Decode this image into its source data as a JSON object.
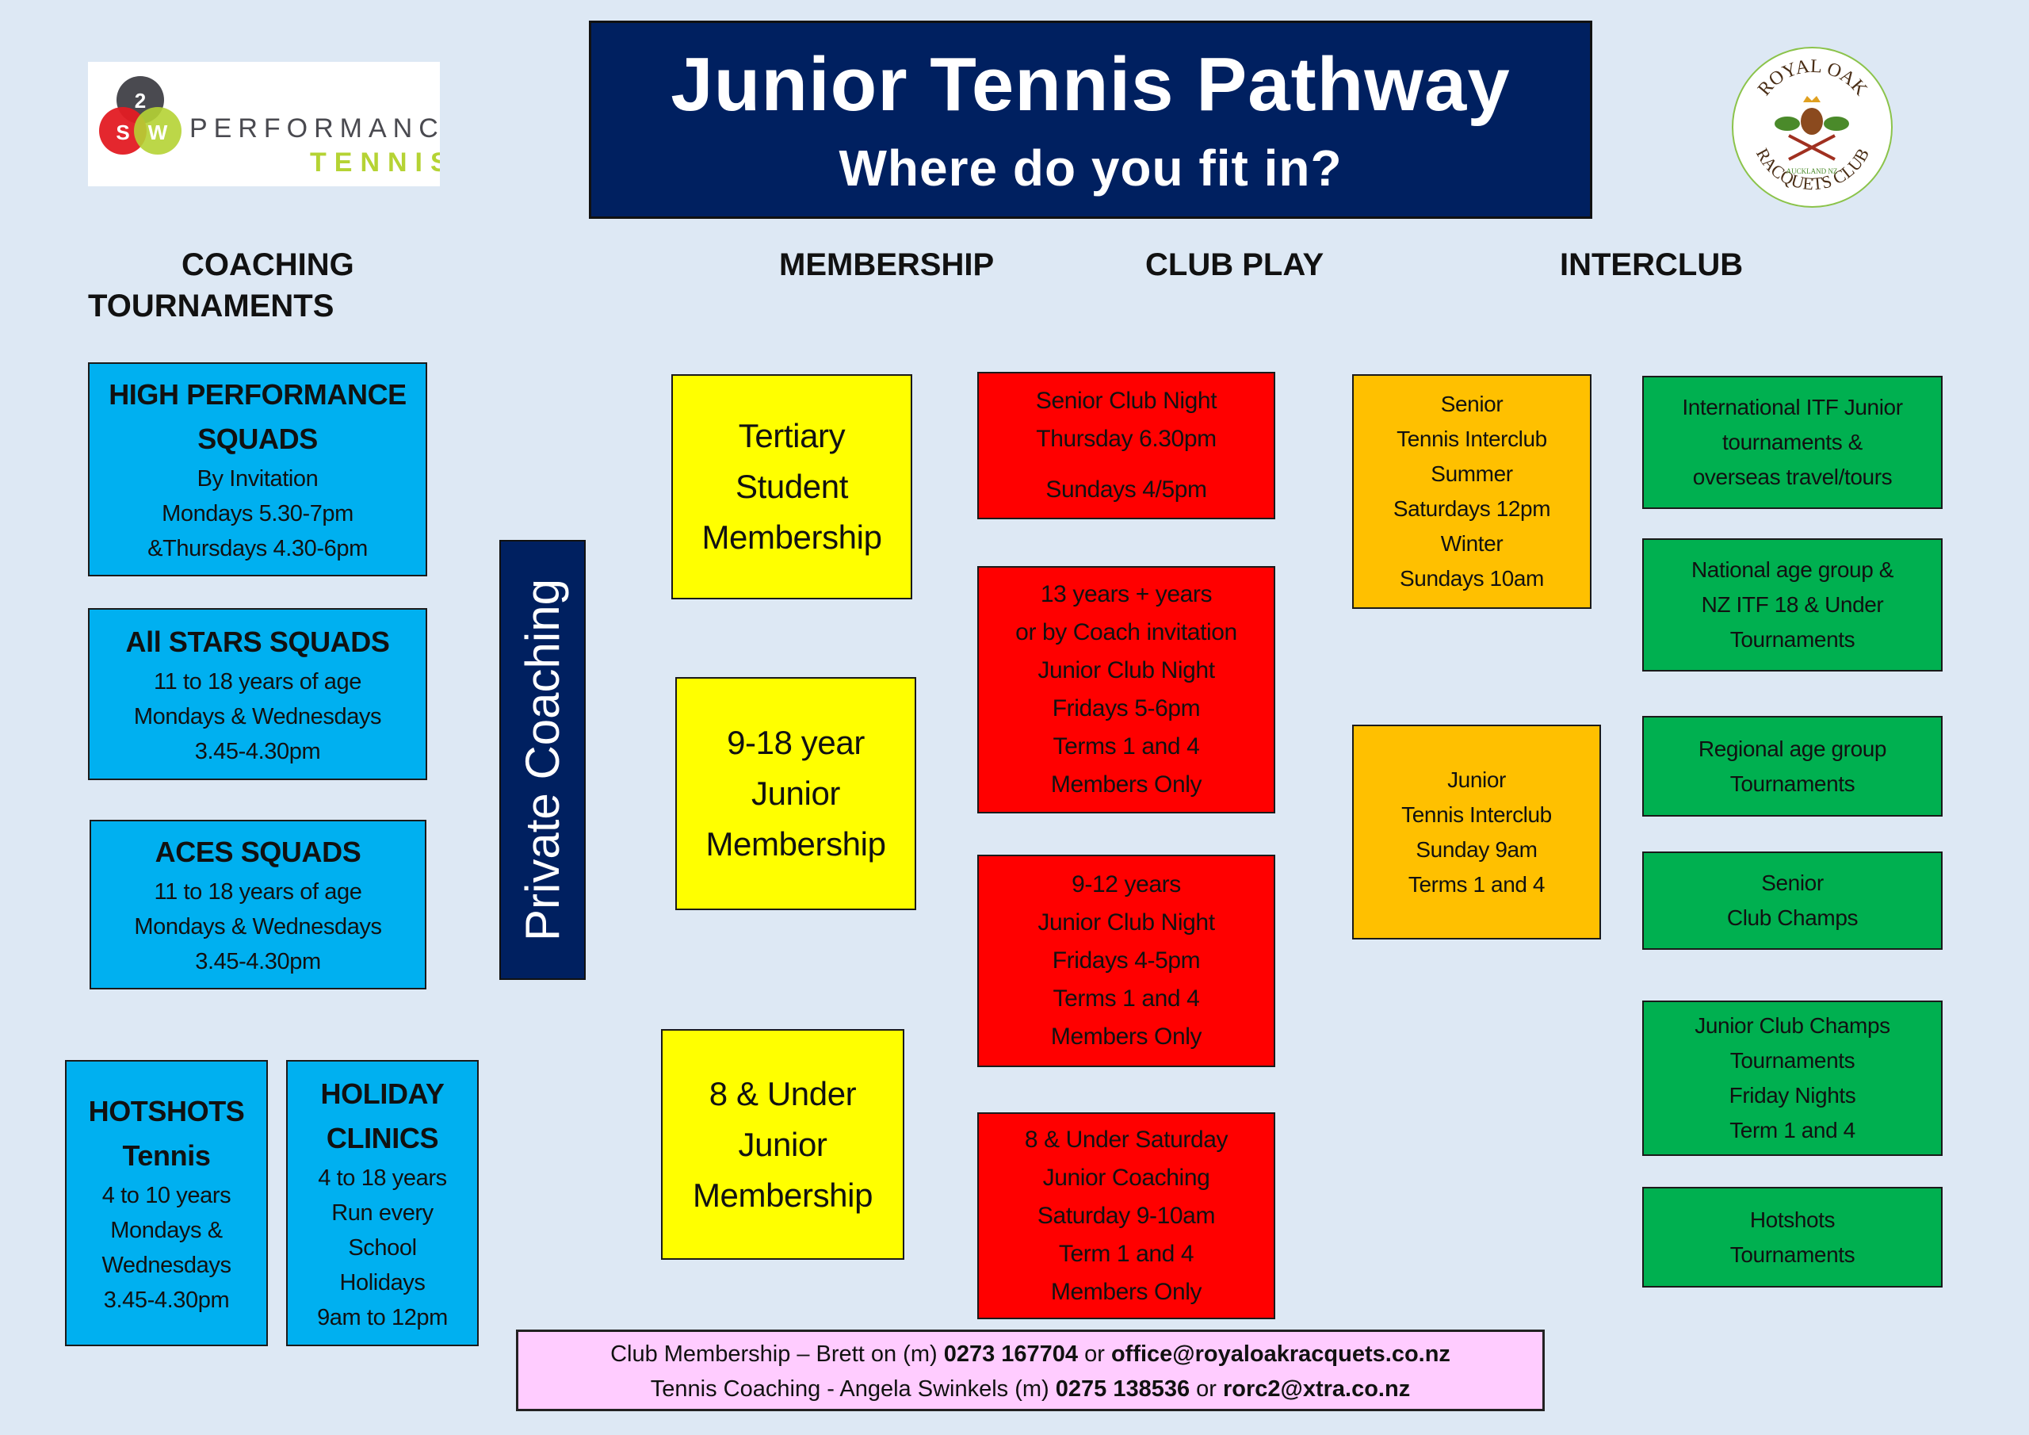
{
  "logo_left": {
    "letters": [
      "2",
      "S",
      "W"
    ],
    "line1": "PERFORMANCE",
    "line2": "TENNIS"
  },
  "logo_right": {
    "top": "ROYAL OAK",
    "bottom": "RACQUETS CLUB",
    "center": "AUCKLAND NZ"
  },
  "title": {
    "main": "Junior Tennis Pathway",
    "sub": "Where do you fit in?"
  },
  "headers": {
    "coaching": "COACHING",
    "tournaments": "TOURNAMENTS",
    "membership": "MEMBERSHIP",
    "club_play": "CLUB PLAY",
    "interclub": "INTERCLUB"
  },
  "private_coaching": "Private Coaching",
  "boxes": {
    "hps": {
      "title": [
        "HIGH PERFORMANCE",
        "SQUADS"
      ],
      "lines": [
        "By Invitation",
        "Mondays 5.30-7pm",
        "&Thursdays 4.30-6pm"
      ]
    },
    "allstars": {
      "title": [
        "All STARS SQUADS"
      ],
      "lines": [
        "11 to 18 years of age",
        "Mondays & Wednesdays",
        "3.45-4.30pm"
      ]
    },
    "aces": {
      "title": [
        "ACES SQUADS"
      ],
      "lines": [
        "11 to 18 years of age",
        "Mondays & Wednesdays",
        "3.45-4.30pm"
      ]
    },
    "hotshots": {
      "title": [
        "HOTSHOTS",
        "Tennis"
      ],
      "lines": [
        "4 to 10 years",
        "Mondays &",
        "Wednesdays",
        "3.45-4.30pm"
      ]
    },
    "holiday": {
      "title": [
        "HOLIDAY",
        "CLINICS"
      ],
      "lines": [
        "4 to 18 years",
        "Run every",
        "School",
        "Holidays",
        "9am to 12pm"
      ]
    },
    "tertiary": {
      "lines": [
        "Tertiary",
        "Student",
        "Membership"
      ]
    },
    "junior918": {
      "lines": [
        "9-18 year",
        "Junior",
        "Membership"
      ]
    },
    "under8": {
      "lines": [
        "8 & Under",
        "Junior",
        "Membership"
      ]
    },
    "senior_club_night": {
      "lines": [
        "Senior Club Night",
        "Thursday 6.30pm"
      ],
      "extra": [
        "Sundays 4/5pm"
      ]
    },
    "junior_club_13": {
      "lines": [
        "13 years + years",
        "or by Coach invitation",
        "Junior Club Night",
        "Fridays 5-6pm",
        "Terms 1 and 4",
        "Members Only"
      ]
    },
    "junior_club_9": {
      "lines": [
        "9-12 years",
        "Junior Club Night",
        "Fridays 4-5pm",
        "Terms 1 and 4",
        "Members Only"
      ]
    },
    "under8_saturday": {
      "lines": [
        "8 & Under Saturday",
        "Junior Coaching",
        "Saturday 9-10am",
        "Term 1 and 4",
        "Members Only"
      ]
    },
    "senior_interclub": {
      "lines": [
        "Senior",
        "Tennis Interclub",
        "Summer",
        "Saturdays 12pm",
        "Winter",
        "Sundays 10am"
      ]
    },
    "junior_interclub": {
      "lines": [
        "Junior",
        "Tennis Interclub",
        "Sunday 9am",
        "Terms 1 and 4"
      ]
    },
    "itf": {
      "lines": [
        "International ITF Junior",
        "tournaments &",
        "overseas travel/tours"
      ]
    },
    "national": {
      "lines": [
        "National age group &",
        "NZ ITF 18 & Under",
        "Tournaments"
      ]
    },
    "regional": {
      "lines": [
        "Regional age group",
        "Tournaments"
      ]
    },
    "senior_champs": {
      "lines": [
        "Senior",
        "Club Champs"
      ]
    },
    "junior_champs": {
      "lines": [
        "Junior Club Champs",
        "Tournaments",
        "Friday Nights",
        "Term 1 and 4"
      ]
    },
    "hotshots_tournaments": {
      "lines": [
        "Hotshots",
        "Tournaments"
      ]
    }
  },
  "footer": {
    "line1": {
      "a": "Club Membership – Brett on (m) ",
      "phone": "0273 167704",
      "or": " or ",
      "email": "office@royaloakracquets.co.nz"
    },
    "line2": {
      "a": "Tennis Coaching - Angela Swinkels (m) ",
      "phone": "0275 138536",
      "or": " or ",
      "email": "rorc2@xtra.co.nz"
    }
  },
  "colors": {
    "blue": "#00b0f0",
    "yellow": "#ffff00",
    "red": "#ff0000",
    "orange": "#ffc000",
    "green": "#00b050",
    "navy": "#002060",
    "footer": "#ffccff"
  }
}
